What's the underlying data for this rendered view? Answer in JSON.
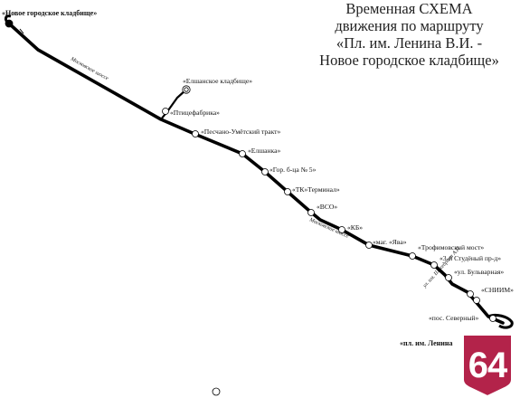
{
  "title": {
    "line1": "Временная СХЕМА",
    "line2": "движения по маршруту",
    "line3": "«Пл. им. Ленина В.И. -",
    "line4": "Новое городское кладбище»"
  },
  "stops": [
    {
      "id": "novoe-kladbishche",
      "label": "«Новое городское кладбище»"
    },
    {
      "id": "elshanskoe-kladbishche",
      "label": "«Елшанское кладбище»"
    },
    {
      "id": "ptitsefabrika",
      "label": "«Птицефабрика»"
    },
    {
      "id": "peschano-umetskiy",
      "label": "«Песчано-Умётский тракт»"
    },
    {
      "id": "elshanka",
      "label": "«Елшанка»"
    },
    {
      "id": "gor-bolnitsa-5",
      "label": "«Гор. б-ца № 5»"
    },
    {
      "id": "tk-terminal",
      "label": "«ТК»Терминал»"
    },
    {
      "id": "vso",
      "label": "«ВСО»"
    },
    {
      "id": "kb",
      "label": "«КБ»"
    },
    {
      "id": "mag-yava",
      "label": "«маг. «Ява»"
    },
    {
      "id": "trofimovskiy-most",
      "label": "«Трофимовский мост»"
    },
    {
      "id": "3-studenyy",
      "label": "«3-й Студёный пр-д»"
    },
    {
      "id": "ul-bulvarnaya",
      "label": "«ул. Бульварная»"
    },
    {
      "id": "sniim",
      "label": "«СНИИМ»"
    },
    {
      "id": "pos-severnyy",
      "label": "«пос. Северный»"
    },
    {
      "id": "pl-lenina",
      "label": "«пл. им. Ленина"
    }
  ],
  "roads": {
    "moskovskoe_1": "Московское шоссе",
    "moskovskoe_2": "Московское шоссе",
    "shehedrina": "ул. им. Шехедрина А.П."
  },
  "route_number": "64",
  "colors": {
    "route_line": "#000000",
    "badge_fill": "#b3234a",
    "badge_border": "#ffffff",
    "title_text": "#222222"
  }
}
